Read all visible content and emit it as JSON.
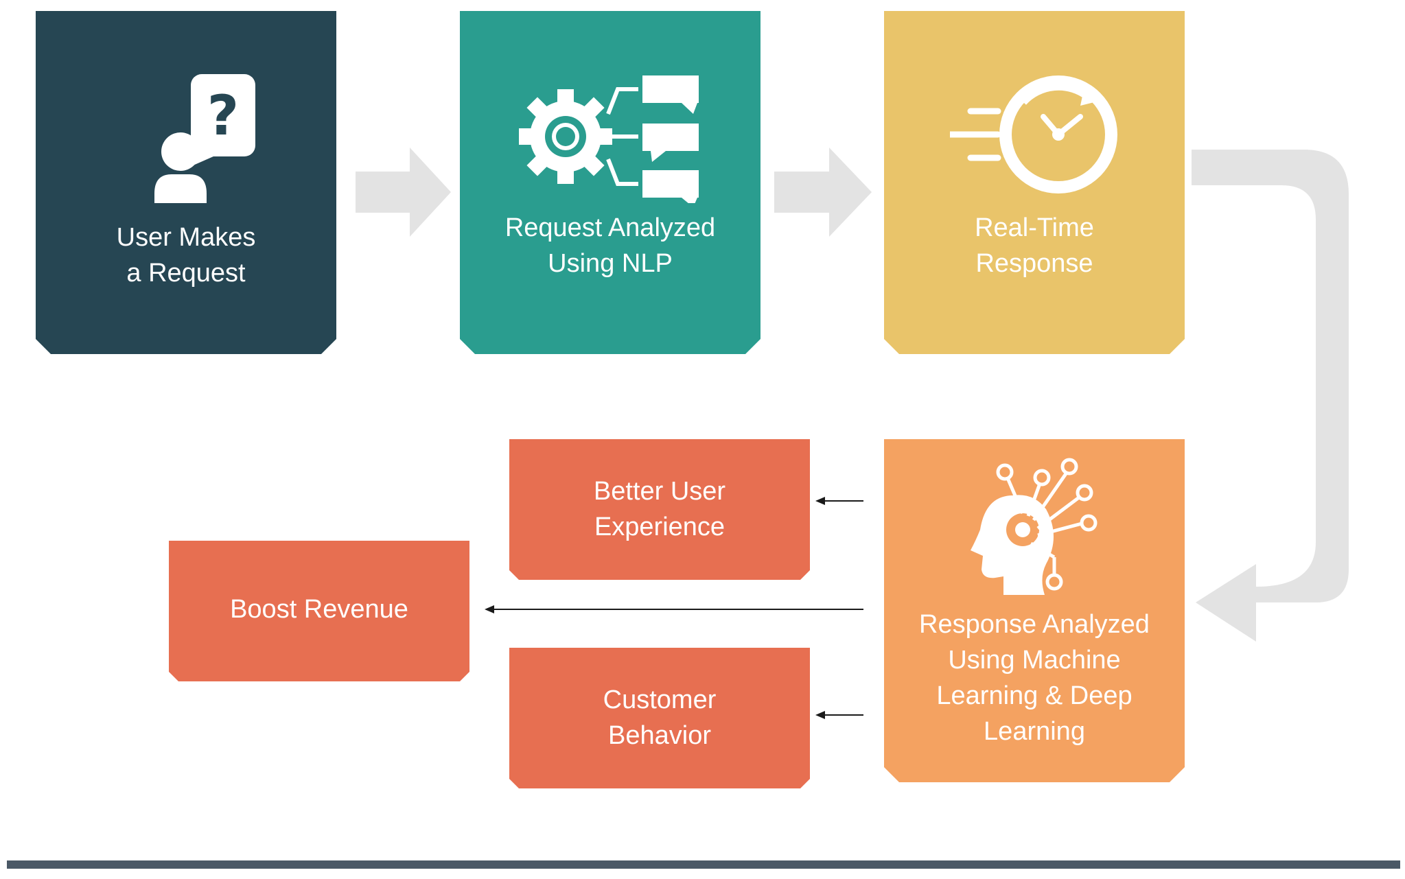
{
  "steps": {
    "user_request": "User Makes\na Request",
    "nlp_analysis": "Request Analyzed\nUsing NLP",
    "realtime_response": "Real-Time\nResponse",
    "ml_analysis": "Response Analyzed\nUsing Machine\nLearning & Deep\nLearning"
  },
  "outcomes": {
    "user_experience": "Better User\nExperience",
    "revenue": "Boost Revenue",
    "behavior": "Customer\nBehavior"
  },
  "colors": {
    "dark_teal": "#264653",
    "teal": "#2a9d8f",
    "yellow": "#e9c46a",
    "orange": "#f4a261",
    "red_orange": "#e76f51",
    "connector_gray": "#e3e3e3"
  },
  "icons": [
    "user-question-icon",
    "gear-chat-icon",
    "stopwatch-icon",
    "ai-head-icon"
  ]
}
